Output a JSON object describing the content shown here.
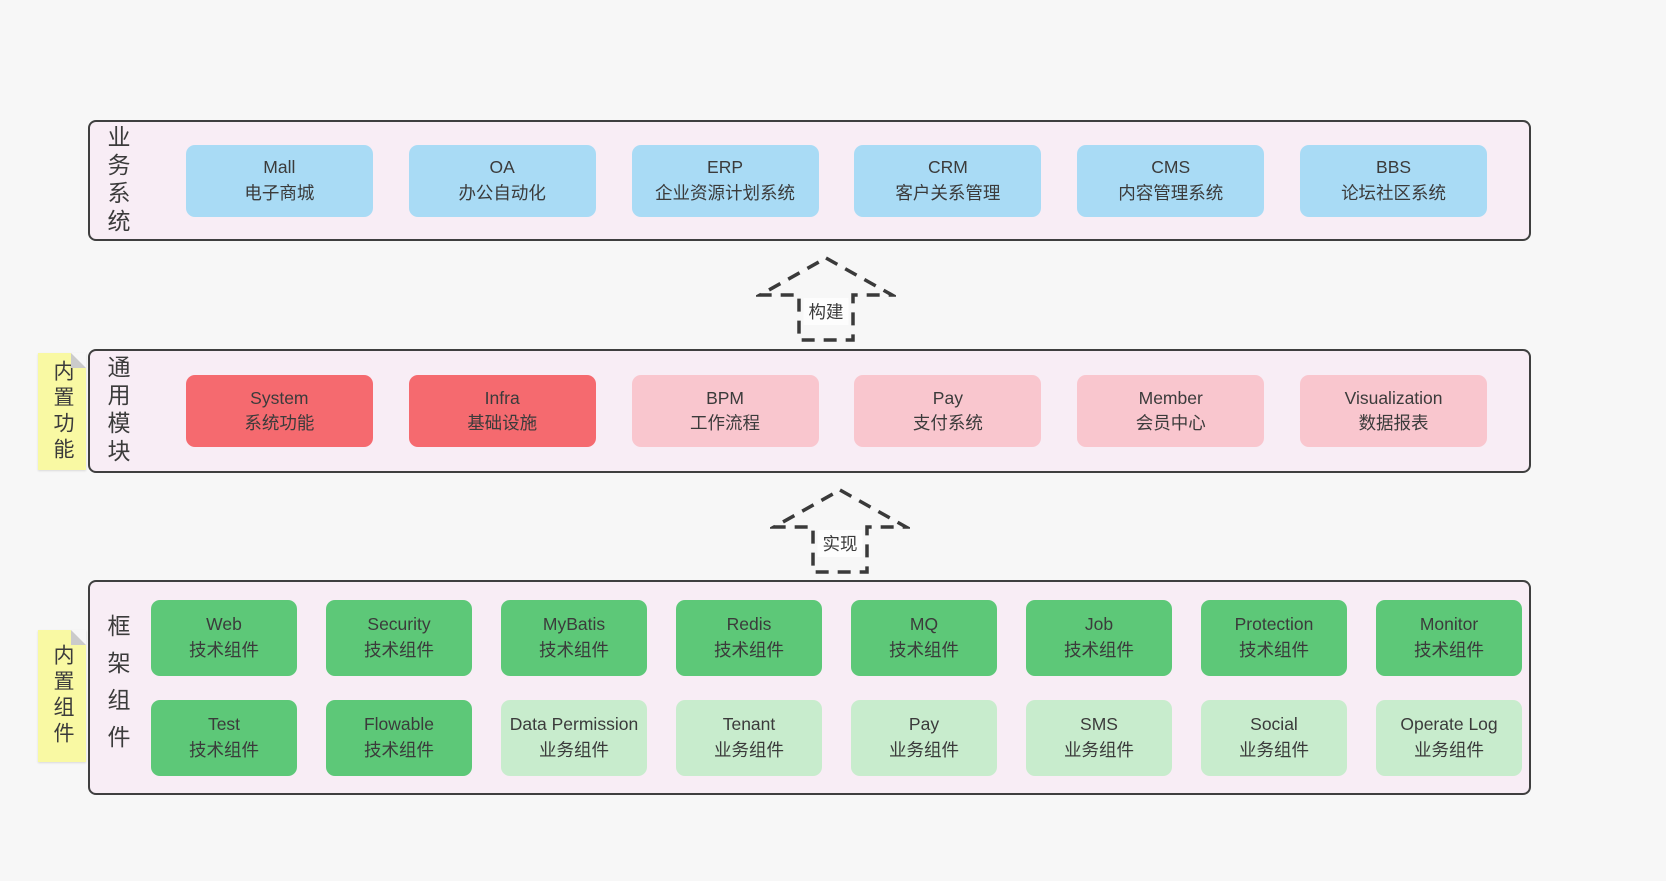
{
  "colors": {
    "page_bg": "#f7f7f7",
    "panel_bg": "#f8edf5",
    "panel_border": "#3f3f3f",
    "blue_box": "#a9dbf5",
    "red_box": "#f56a6f",
    "pink_box": "#f9c6ce",
    "green_box": "#5dc878",
    "light_green_box": "#c8eccd",
    "sticky_yellow": "#f9f9a3",
    "text": "#3b3b3b"
  },
  "stickies": [
    {
      "label": "内置功能"
    },
    {
      "label": "内置组件"
    }
  ],
  "arrows": [
    {
      "label": "构建"
    },
    {
      "label": "实现"
    }
  ],
  "panels": [
    {
      "label": "业务系统",
      "boxes": [
        {
          "title": "Mall",
          "subtitle": "电子商城",
          "variant": "blue"
        },
        {
          "title": "OA",
          "subtitle": "办公自动化",
          "variant": "blue"
        },
        {
          "title": "ERP",
          "subtitle": "企业资源计划系统",
          "variant": "blue"
        },
        {
          "title": "CRM",
          "subtitle": "客户关系管理",
          "variant": "blue"
        },
        {
          "title": "CMS",
          "subtitle": "内容管理系统",
          "variant": "blue"
        },
        {
          "title": "BBS",
          "subtitle": "论坛社区系统",
          "variant": "blue"
        }
      ]
    },
    {
      "label": "通用模块",
      "boxes": [
        {
          "title": "System",
          "subtitle": "系统功能",
          "variant": "red"
        },
        {
          "title": "Infra",
          "subtitle": "基础设施",
          "variant": "red"
        },
        {
          "title": "BPM",
          "subtitle": "工作流程",
          "variant": "pink"
        },
        {
          "title": "Pay",
          "subtitle": "支付系统",
          "variant": "pink"
        },
        {
          "title": "Member",
          "subtitle": "会员中心",
          "variant": "pink"
        },
        {
          "title": "Visualization",
          "subtitle": "数据报表",
          "variant": "pink"
        }
      ]
    },
    {
      "label": "框架组件",
      "boxes": [
        {
          "title": "Web",
          "subtitle": "技术组件",
          "variant": "green"
        },
        {
          "title": "Security",
          "subtitle": "技术组件",
          "variant": "green"
        },
        {
          "title": "MyBatis",
          "subtitle": "技术组件",
          "variant": "green"
        },
        {
          "title": "Redis",
          "subtitle": "技术组件",
          "variant": "green"
        },
        {
          "title": "MQ",
          "subtitle": "技术组件",
          "variant": "green"
        },
        {
          "title": "Job",
          "subtitle": "技术组件",
          "variant": "green"
        },
        {
          "title": "Protection",
          "subtitle": "技术组件",
          "variant": "green"
        },
        {
          "title": "Monitor",
          "subtitle": "技术组件",
          "variant": "green"
        },
        {
          "title": "Test",
          "subtitle": "技术组件",
          "variant": "green"
        },
        {
          "title": "Flowable",
          "subtitle": "技术组件",
          "variant": "green"
        },
        {
          "title": "Data Permission",
          "subtitle": "业务组件",
          "variant": "lightgreen"
        },
        {
          "title": "Tenant",
          "subtitle": "业务组件",
          "variant": "lightgreen"
        },
        {
          "title": "Pay",
          "subtitle": "业务组件",
          "variant": "lightgreen"
        },
        {
          "title": "SMS",
          "subtitle": "业务组件",
          "variant": "lightgreen"
        },
        {
          "title": "Social",
          "subtitle": "业务组件",
          "variant": "lightgreen"
        },
        {
          "title": "Operate Log",
          "subtitle": "业务组件",
          "variant": "lightgreen"
        }
      ]
    }
  ]
}
